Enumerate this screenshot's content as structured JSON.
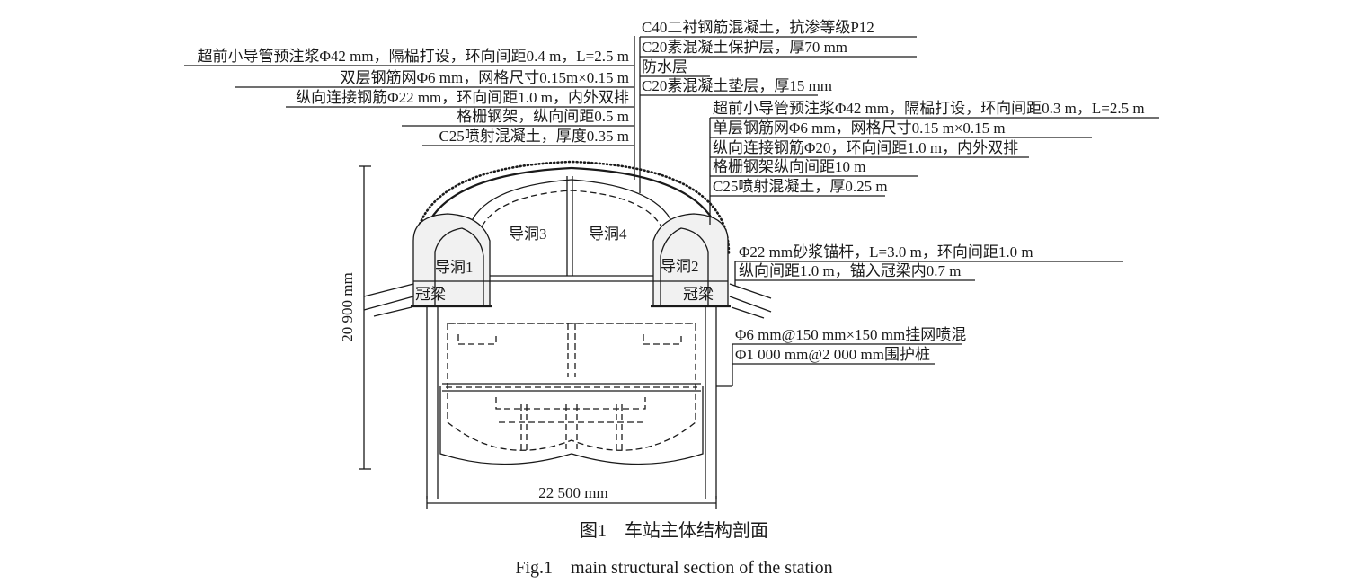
{
  "labels_left": [
    "超前小导管预注浆Φ42 mm，隔榀打设，环向间距0.4 m，L=2.5 m",
    "双层钢筋网Φ6 mm，网格尺寸0.15m×0.15 m",
    "纵向连接钢筋Φ22 mm，环向间距1.0 m，内外双排",
    "格栅钢架，纵向间距0.5 m",
    "C25喷射混凝土，厚度0.35 m"
  ],
  "labels_top": [
    "C40二衬钢筋混凝土，抗渗等级P12",
    "C20素混凝土保护层，厚70 mm",
    "防水层",
    "C20素混凝土垫层，厚15 mm"
  ],
  "labels_right": [
    "超前小导管预注浆Φ42 mm，隔榀打设，环向间距0.3 m，L=2.5 m",
    "单层钢筋网Φ6 mm，网格尺寸0.15 m×0.15 m",
    "纵向连接钢筋Φ20，环向间距1.0 m，内外双排",
    "格栅钢架纵向间距10 m",
    "C25喷射混凝土，厚0.25 m"
  ],
  "labels_anchor": [
    "Φ22 mm砂浆锚杆，L=3.0 m，环向间距1.0 m",
    "纵向间距1.0 m，锚入冠梁内0.7 m"
  ],
  "labels_pile": [
    "Φ6 mm@150 mm×150 mm挂网喷混",
    "Φ1 000 mm@2 000 mm围护桩"
  ],
  "drifts": {
    "d1": "导洞1",
    "d2": "导洞2",
    "d3": "导洞3",
    "d4": "导洞4"
  },
  "crown_beam": "冠梁",
  "dimensions": {
    "height": "20 900 mm",
    "width": "22 500 mm"
  },
  "caption": {
    "zh": "图1　车站主体结构剖面",
    "en": "Fig.1　main structural section of the station"
  }
}
